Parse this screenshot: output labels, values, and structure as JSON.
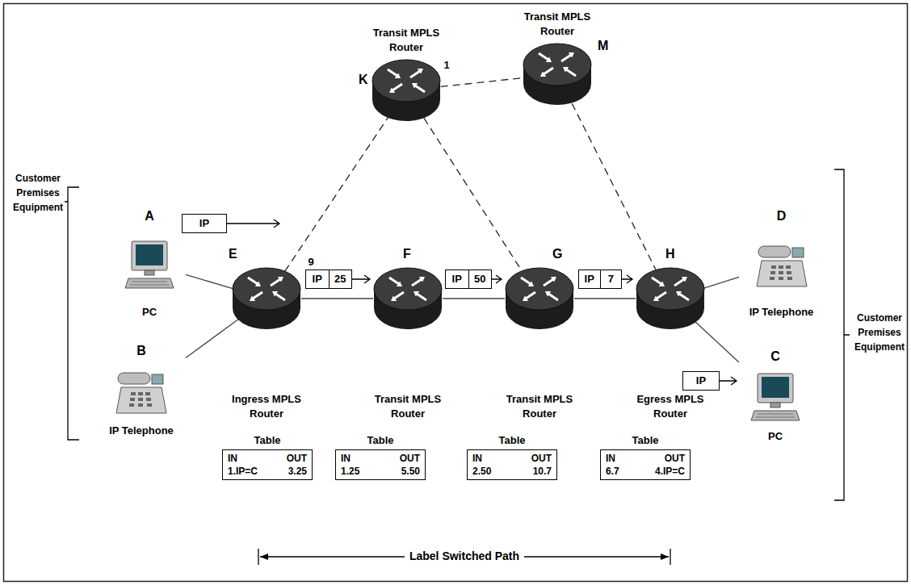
{
  "diagram": {
    "nodes": [
      {
        "text": [
          "K"
        ]
      },
      {
        "text": [
          "M"
        ]
      },
      {
        "text": [
          "A",
          "PC"
        ]
      },
      {
        "text": [
          "IP"
        ]
      },
      {
        "text": [
          "E"
        ]
      },
      {
        "text": [
          "IP",
          "25"
        ]
      },
      {
        "text": [
          "F"
        ]
      },
      {
        "text": [
          "IP",
          "50"
        ]
      },
      {
        "text": [
          "G"
        ]
      },
      {
        "text": [
          "IP",
          "7"
        ]
      },
      {
        "text": [
          "H"
        ]
      },
      {
        "text": [
          "D",
          "IP Telephone"
        ]
      },
      {
        "text": [
          "B",
          "IP Telephone"
        ]
      },
      {
        "text": [
          "IP"
        ]
      },
      {
        "text": [
          "C",
          "PC"
        ]
      },
      {
        "text": [
          "Table",
          "IN",
          "OUT",
          "1.IP=C",
          "3.25"
        ]
      },
      {
        "text": [
          "Table",
          "IN",
          "OUT",
          "1.25",
          "5.50"
        ]
      },
      {
        "text": [
          "Table",
          "IN",
          "OUT",
          "2.50",
          "10.7"
        ]
      },
      {
        "text": [
          "Table",
          "IN",
          "OUT",
          "6.7",
          "4.IP=C"
        ]
      }
    ],
    "edges": [
      {
        "from": 2,
        "to": 4,
        "arrow": "none"
      },
      {
        "from": 12,
        "to": 4,
        "arrow": "none"
      },
      {
        "from": 4,
        "to": 6,
        "arrow": "none"
      },
      {
        "from": 6,
        "to": 8,
        "arrow": "none"
      },
      {
        "from": 8,
        "to": 10,
        "arrow": "none"
      },
      {
        "from": 10,
        "to": 11,
        "arrow": "none"
      },
      {
        "from": 10,
        "to": 14,
        "arrow": "none"
      },
      {
        "from": 4,
        "to": 0,
        "arrow": "none"
      },
      {
        "from": 0,
        "to": 1,
        "arrow": "none"
      },
      {
        "from": 0,
        "to": 8,
        "arrow": "none"
      },
      {
        "from": 1,
        "to": 10,
        "arrow": "none"
      }
    ],
    "labels": [
      "Transit MPLS Router",
      "Transit MPLS Router",
      "1",
      "Customer Premises Equipment",
      "9",
      "Ingress MPLS Router",
      "Transit MPLS Router",
      "Transit MPLS Router",
      "Egress MPLS Router",
      "Customer Premises Equipment",
      "Label Switched Path"
    ]
  }
}
